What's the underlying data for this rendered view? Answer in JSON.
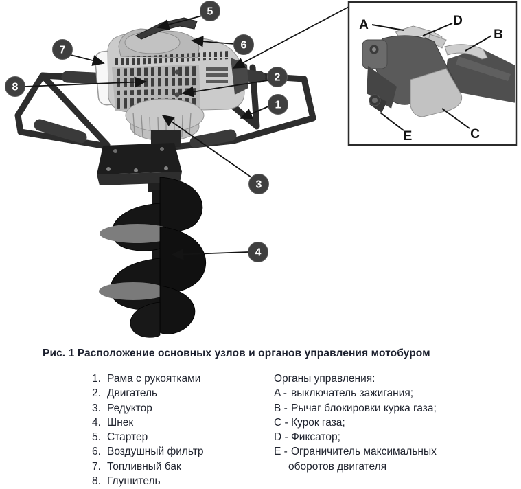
{
  "figure": {
    "caption": "Рис. 1 Расположение основных узлов и органов управления  мотобуром",
    "callouts": [
      "1",
      "2",
      "3",
      "4",
      "5",
      "6",
      "7",
      "8"
    ],
    "inset_labels": [
      "A",
      "B",
      "C",
      "D",
      "E"
    ]
  },
  "parts_list": {
    "items": [
      {
        "num": "1.",
        "label": "Рама с рукоятками"
      },
      {
        "num": "2.",
        "label": "Двигатель"
      },
      {
        "num": "3.",
        "label": "Редуктор"
      },
      {
        "num": "4.",
        "label": "Шнек"
      },
      {
        "num": "5.",
        "label": "Стартер"
      },
      {
        "num": "6.",
        "label": "Воздушный фильтр"
      },
      {
        "num": "7.",
        "label": "Топливный бак"
      },
      {
        "num": "8.",
        "label": "Глушитель"
      }
    ]
  },
  "controls_list": {
    "heading": "Органы управления:",
    "items": [
      {
        "key": "A -",
        "label": "выключатель зажигания;"
      },
      {
        "key": "B -",
        "label": "Рычаг блокировки курка газа;"
      },
      {
        "key": "C -",
        "label": "Курок газа;"
      },
      {
        "key": "D -",
        "label": "Фиксатор;"
      },
      {
        "key": "E -",
        "label": "Ограничитель максимальных",
        "label2": "оборотов двигателя"
      }
    ]
  },
  "colors": {
    "callout_bg": "#3f3f3f",
    "callout_text": "#ffffff",
    "line": "#141414",
    "text": "#20242f"
  }
}
